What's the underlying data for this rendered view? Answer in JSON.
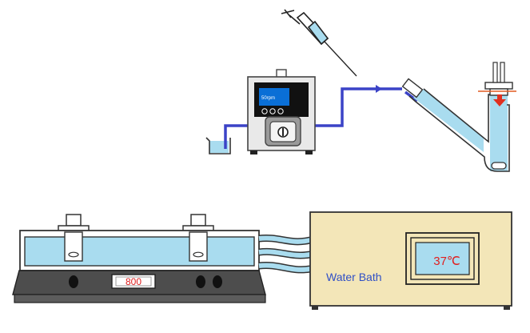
{
  "pump": {
    "display_text": "50rpm"
  },
  "stirrer": {
    "speed_readout": "800"
  },
  "water_bath": {
    "label": "Water Bath",
    "temperature_readout": "37℃"
  },
  "colors": {
    "tubing": "#3b43c7",
    "liquid": "#a9dcef",
    "bath_body": "#f3e6b8",
    "pump_screen": "#0a6fd6",
    "readout_text": "#e02020",
    "label_text": "#2f4fc6",
    "flow_arrow": "#e03020"
  }
}
